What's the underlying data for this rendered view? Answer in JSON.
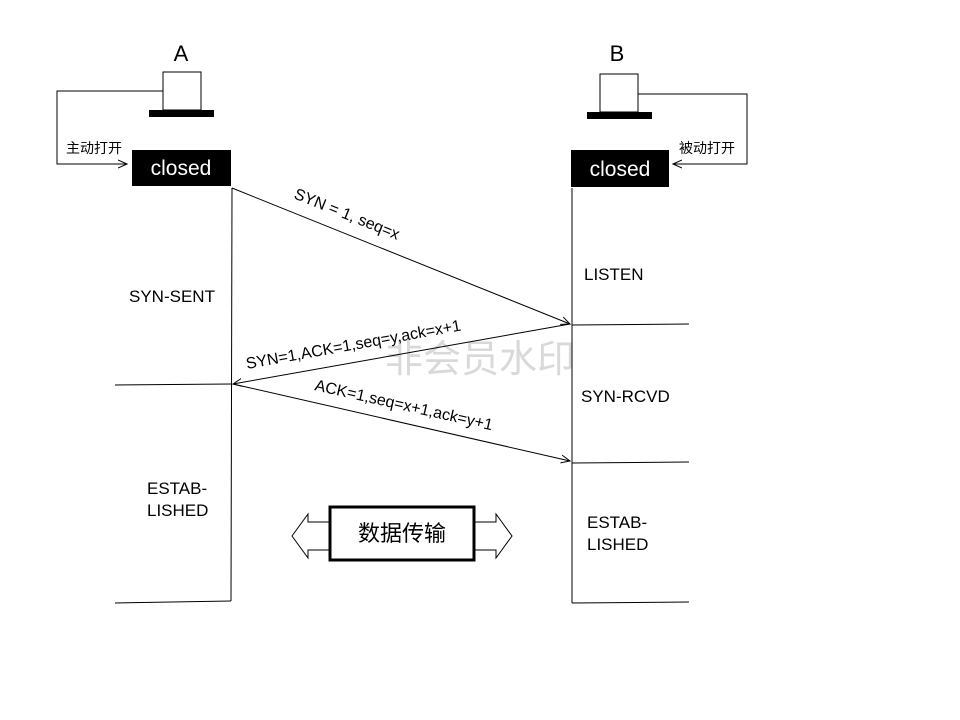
{
  "hosts": {
    "a": {
      "label": "A",
      "closed": "closed",
      "open_label": "主动打开"
    },
    "b": {
      "label": "B",
      "closed": "closed",
      "open_label": "被动打开"
    }
  },
  "states": {
    "a_syn_sent": "SYN-SENT",
    "a_established_line1": "ESTAB-",
    "a_established_line2": "LISHED",
    "b_listen": "LISTEN",
    "b_syn_rcvd": "SYN-RCVD",
    "b_established_line1": "ESTAB-",
    "b_established_line2": "LISHED"
  },
  "messages": {
    "syn": "SYN = 1, seq=x",
    "syn_ack": "SYN=1,ACK=1,seq=y,ack=x+1",
    "ack": "ACK=1,seq=x+1,ack=y+1"
  },
  "transfer_label": "数据传输",
  "watermark": "非会员水印",
  "colors": {
    "closed_box": "#000000",
    "closed_text": "#ffffff",
    "line": "#000000",
    "watermark": "#d9d9d9"
  }
}
